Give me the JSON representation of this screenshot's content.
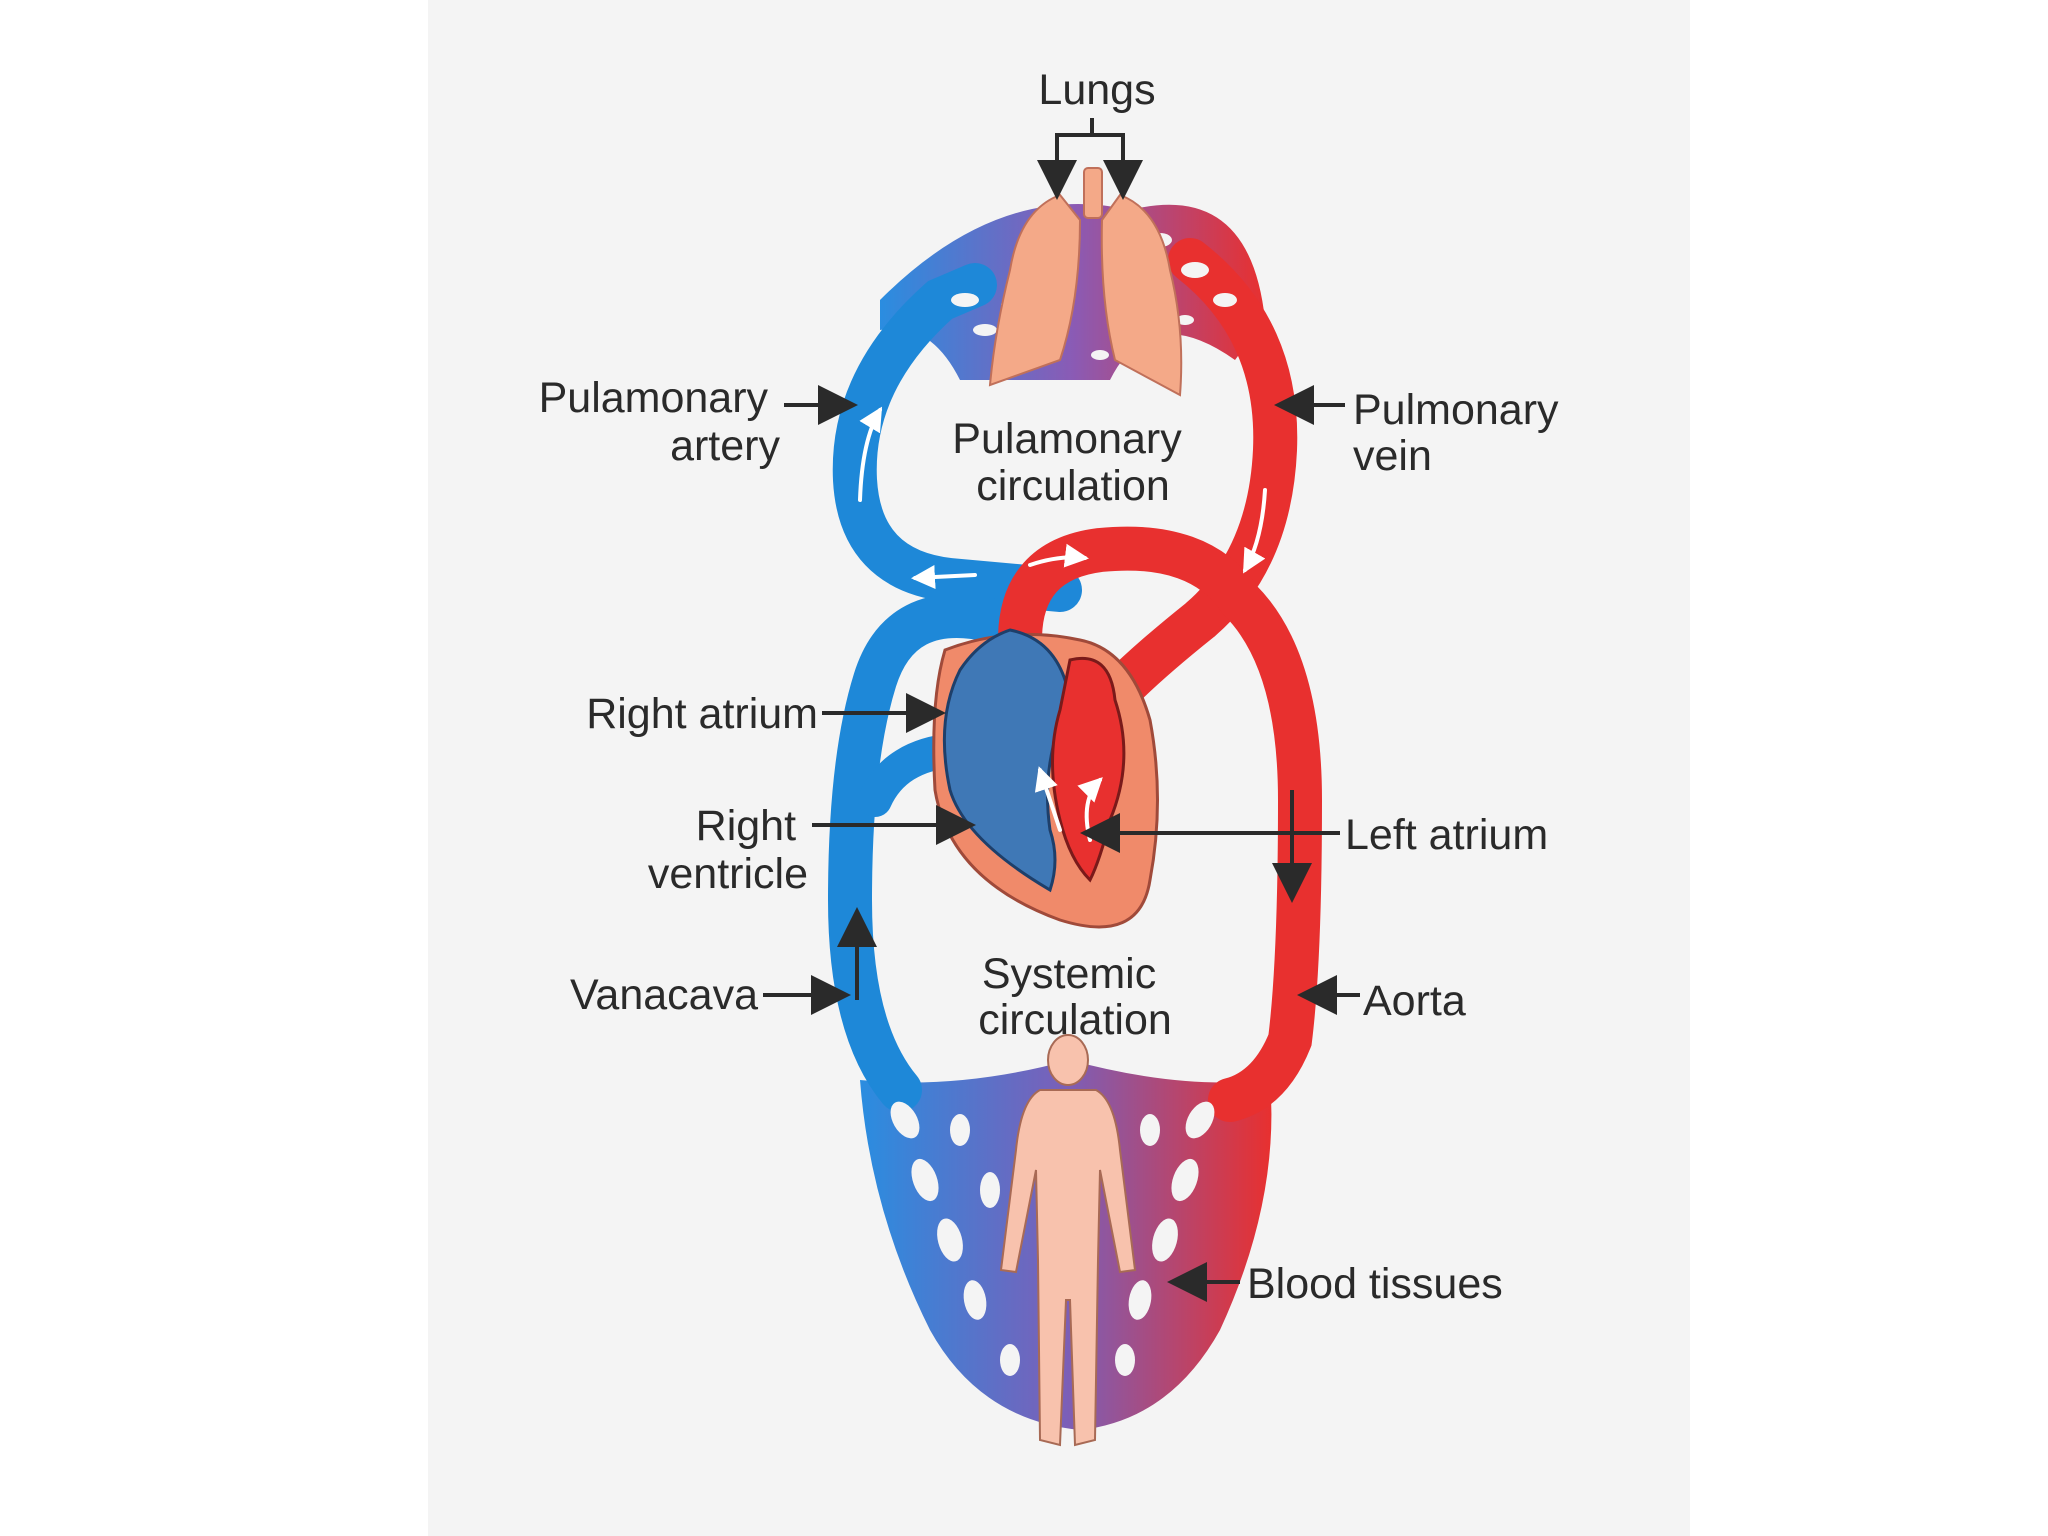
{
  "labels": {
    "lungs": "Lungs",
    "pulmonary_artery": [
      "Pulamonary",
      "artery"
    ],
    "pulmonary_vein": [
      "Pulmonary",
      "vein"
    ],
    "pulmonary_circulation": [
      "Pulamonary",
      "circulation"
    ],
    "right_atrium": "Right atrium",
    "right_ventricle": [
      "Right",
      "ventricle"
    ],
    "left_atrium": "Left atrium",
    "vena_cava": "Vanacava",
    "aorta": "Aorta",
    "systemic_circulation": [
      "Systemic",
      "circulation"
    ],
    "blood_tissues": "Blood tissues"
  },
  "colors": {
    "background": "#f4f4f4",
    "oxygenated": "#e8302f",
    "deoxygenated": "#1e88d8",
    "capillary": "#7b5fb8",
    "heart_wall": "#f08a6a",
    "lungs": "#f4a988",
    "body": "#f8c2ad",
    "text": "#2a2a2a"
  }
}
